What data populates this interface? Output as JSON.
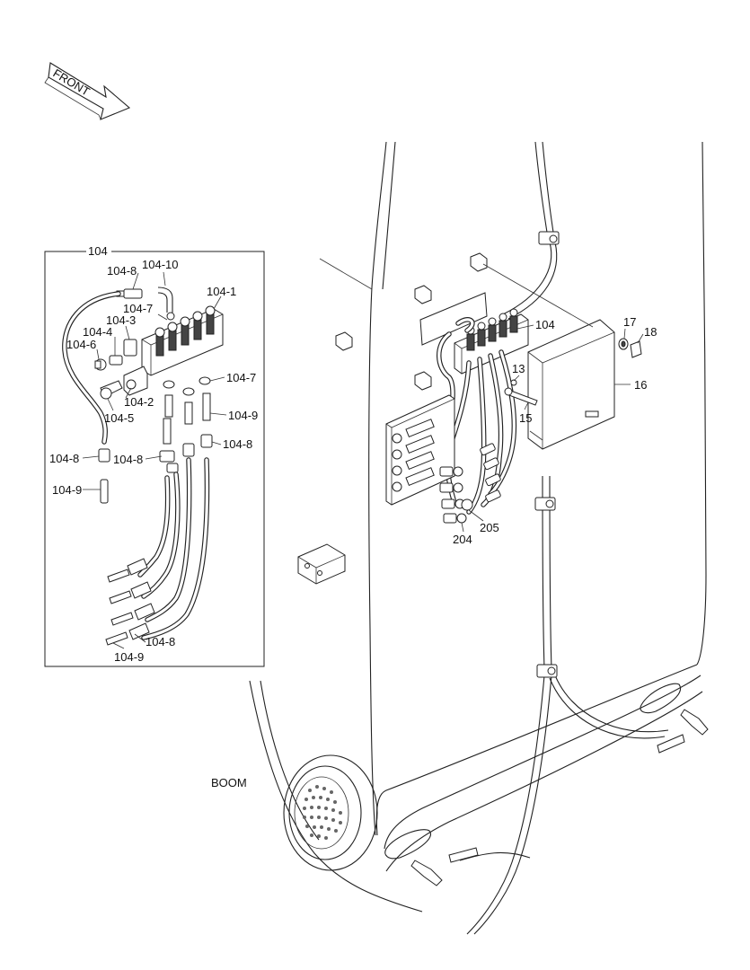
{
  "front_arrow": {
    "label": "FRONT"
  },
  "boom_label": "BOOM",
  "inset": {
    "title": "104",
    "labels": {
      "l104_8_top": "104-8",
      "l104_10": "104-10",
      "l104_1": "104-1",
      "l104_7_top": "104-7",
      "l104_3": "104-3",
      "l104_4": "104-4",
      "l104_6": "104-6",
      "l104_7_right": "104-7",
      "l104_2": "104-2",
      "l104_5": "104-5",
      "l104_9_right": "104-9",
      "l104_8_right": "104-8",
      "l104_8_left": "104-8",
      "l104_8_mid": "104-8",
      "l104_9_left": "104-9",
      "l104_8_bottom": "104-8",
      "l104_9_bottom": "104-9"
    }
  },
  "main_labels": {
    "l104": "104",
    "l17": "17",
    "l18": "18",
    "l13": "13",
    "l16": "16",
    "l15": "15",
    "l205": "205",
    "l204": "204"
  }
}
